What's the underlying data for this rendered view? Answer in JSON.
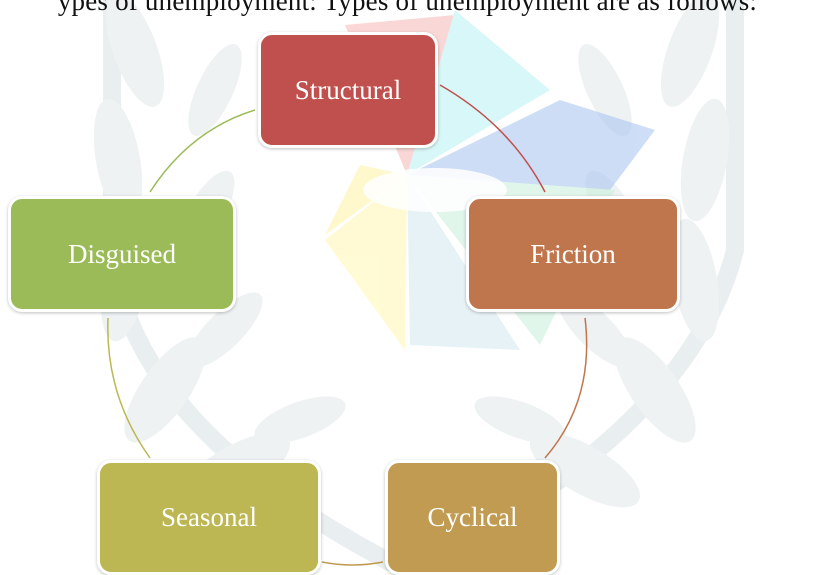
{
  "header": {
    "partial_text": "ypes of unemployment: Types of unemployment are as follows:"
  },
  "diagram": {
    "nodes": [
      {
        "id": "structural",
        "label": "Structural",
        "color": "#c0504d"
      },
      {
        "id": "friction",
        "label": "Friction",
        "color": "#c0764d"
      },
      {
        "id": "cyclical",
        "label": "Cyclical",
        "color": "#c09b51"
      },
      {
        "id": "seasonal",
        "label": "Seasonal",
        "color": "#bcb753"
      },
      {
        "id": "disguised",
        "label": "Disguised",
        "color": "#9bbb59"
      }
    ],
    "connector_colors": {
      "structural_friction": "#c0504d",
      "friction_cyclical": "#c0764d",
      "cyclical_seasonal": "#c09b51",
      "seasonal_disguised": "#bcb753",
      "disguised_structural": "#9bbb59"
    }
  }
}
